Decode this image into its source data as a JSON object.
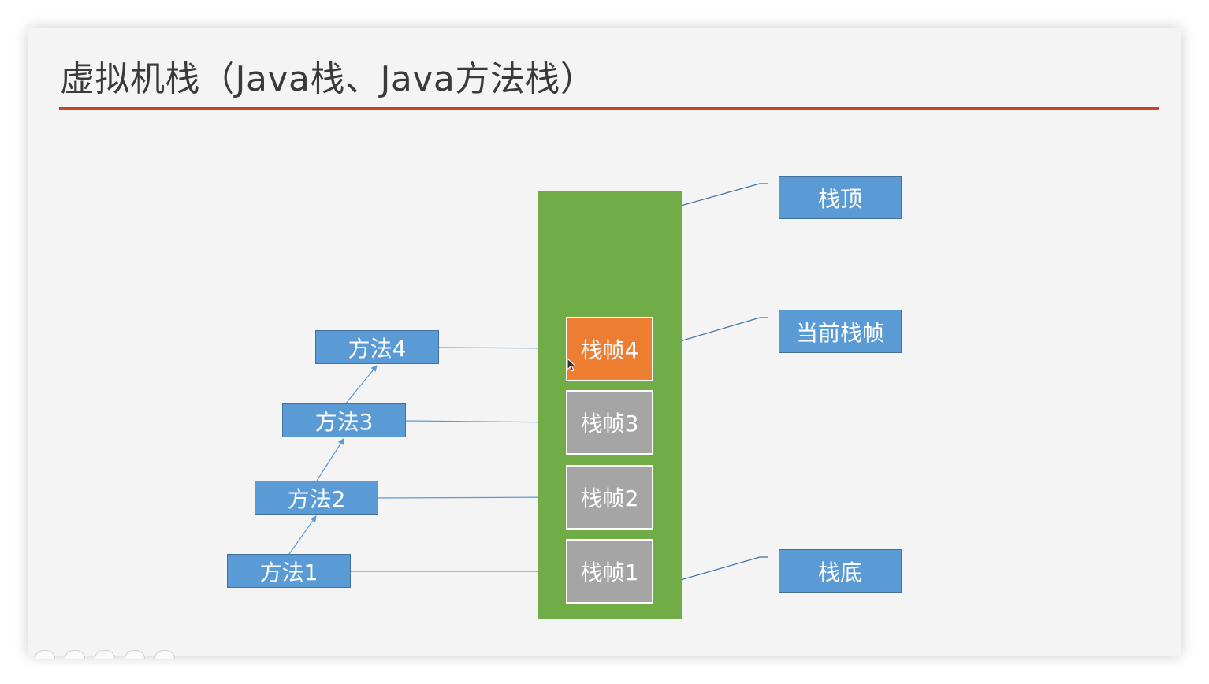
{
  "slide": {
    "title": "虚拟机栈（Java栈、Java方法栈）"
  },
  "colors": {
    "title_rule": "#c8432a",
    "stack": "#70ad47",
    "method_box": "#5b9bd5",
    "current_frame": "#ed7d31",
    "other_frame": "#a5a5a5",
    "connector": "#5b9bd5"
  },
  "stack": {
    "frames": [
      "栈帧4",
      "栈帧3",
      "栈帧2",
      "栈帧1"
    ],
    "current_frame": "栈帧4"
  },
  "methods": [
    "方法4",
    "方法3",
    "方法2",
    "方法1"
  ],
  "callouts": {
    "top": "栈顶",
    "current": "当前栈帧",
    "bottom": "栈底"
  }
}
